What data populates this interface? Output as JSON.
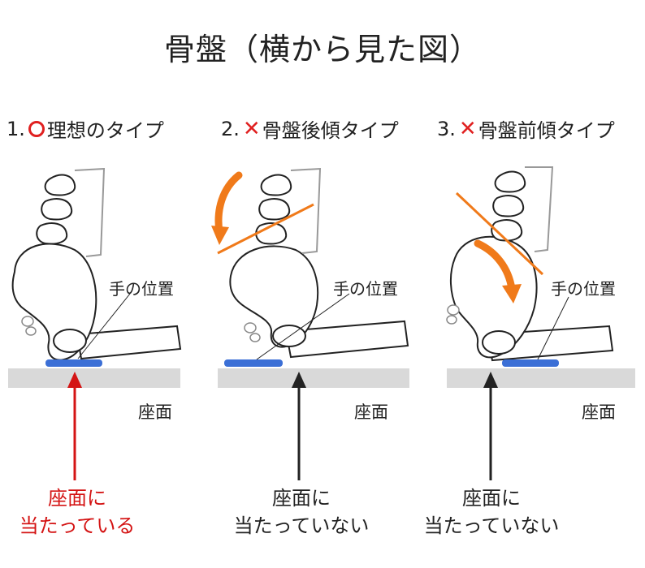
{
  "title": "骨盤（横から見た図）",
  "colors": {
    "accent_red": "#e02020",
    "arrow_orange": "#f07a1a",
    "pad_blue": "#3b6fd6",
    "seat_gray": "#d9d9d9"
  },
  "panels": [
    {
      "number": "1.",
      "mark": "circle",
      "heading": "理想のタイプ",
      "hand_label": "手の位置",
      "seat_label": "座面",
      "contact_line1": "座面に",
      "contact_line2": "当たっている"
    },
    {
      "number": "2.",
      "mark": "cross",
      "mark_text": "✕",
      "heading": "骨盤後傾タイプ",
      "hand_label": "手の位置",
      "seat_label": "座面",
      "contact_line1": "座面に",
      "contact_line2": "当たっていない"
    },
    {
      "number": "3.",
      "mark": "cross",
      "mark_text": "✕",
      "heading": "骨盤前傾タイプ",
      "hand_label": "手の位置",
      "seat_label": "座面",
      "contact_line1": "座面に",
      "contact_line2": "当たっていない"
    }
  ]
}
